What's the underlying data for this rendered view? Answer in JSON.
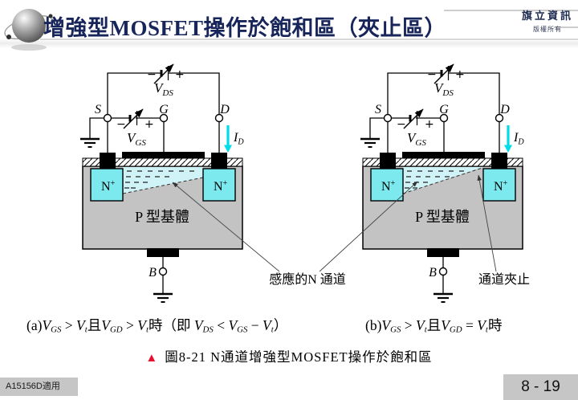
{
  "header": {
    "title": "增強型MOSFET操作於飽和區（夾止區）",
    "brand_line1": "旗立資訊",
    "brand_line2": "版權所有"
  },
  "diagram": {
    "terminals": {
      "source": "S",
      "gate": "G",
      "drain": "D",
      "body": "B"
    },
    "v": "V",
    "vds_sub": "DS",
    "vgs_sub": "GS",
    "id_i": "I",
    "id_sub": "D",
    "minus": "−",
    "plus": "+",
    "n": "N",
    "n_sup": "+",
    "substrate": "P 型基體",
    "channel_label": "感應的N 通道",
    "pinchoff_label": "通道夾止"
  },
  "captions": {
    "a": [
      {
        "t": "(a)",
        "c": "t"
      },
      {
        "t": "V",
        "c": "v"
      },
      {
        "t": "GS",
        "c": "s"
      },
      {
        "t": " > ",
        "c": "t"
      },
      {
        "t": "V",
        "c": "v"
      },
      {
        "t": "t",
        "c": "s"
      },
      {
        "t": "且",
        "c": "k"
      },
      {
        "t": "V",
        "c": "v"
      },
      {
        "t": "GD",
        "c": "s"
      },
      {
        "t": " > ",
        "c": "t"
      },
      {
        "t": "V",
        "c": "v"
      },
      {
        "t": "t",
        "c": "s"
      },
      {
        "t": "時（即 ",
        "c": "k"
      },
      {
        "t": "V",
        "c": "v"
      },
      {
        "t": "DS",
        "c": "s"
      },
      {
        "t": " < ",
        "c": "t"
      },
      {
        "t": "V",
        "c": "v"
      },
      {
        "t": "GS",
        "c": "s"
      },
      {
        "t": " − ",
        "c": "t"
      },
      {
        "t": "V",
        "c": "v"
      },
      {
        "t": "t",
        "c": "s"
      },
      {
        "t": "）",
        "c": "k"
      }
    ],
    "b": [
      {
        "t": "(b)",
        "c": "t"
      },
      {
        "t": "V",
        "c": "v"
      },
      {
        "t": "GS",
        "c": "s"
      },
      {
        "t": " > ",
        "c": "t"
      },
      {
        "t": "V",
        "c": "v"
      },
      {
        "t": "t",
        "c": "s"
      },
      {
        "t": "且",
        "c": "k"
      },
      {
        "t": "V",
        "c": "v"
      },
      {
        "t": "GD",
        "c": "s"
      },
      {
        "t": " = ",
        "c": "t"
      },
      {
        "t": "V",
        "c": "v"
      },
      {
        "t": "t",
        "c": "s"
      },
      {
        "t": "時",
        "c": "k"
      }
    ]
  },
  "figure_caption": {
    "marker": "▲",
    "text": "圖8-21  N通道增強型MOSFET操作於飽和區"
  },
  "footer": {
    "left_badge": "A15156D適用",
    "page_number": "8 - 19"
  },
  "colors": {
    "title_navy": "#17255a",
    "nplus_cyan": "#7ce9ee",
    "channel_cyan": "#cff3f7",
    "substrate_gray": "#c3c3c3",
    "id_arrow_cyan": "#00dce8",
    "marker_red": "#e8112d",
    "footer_gray": "#c6c6c6"
  }
}
